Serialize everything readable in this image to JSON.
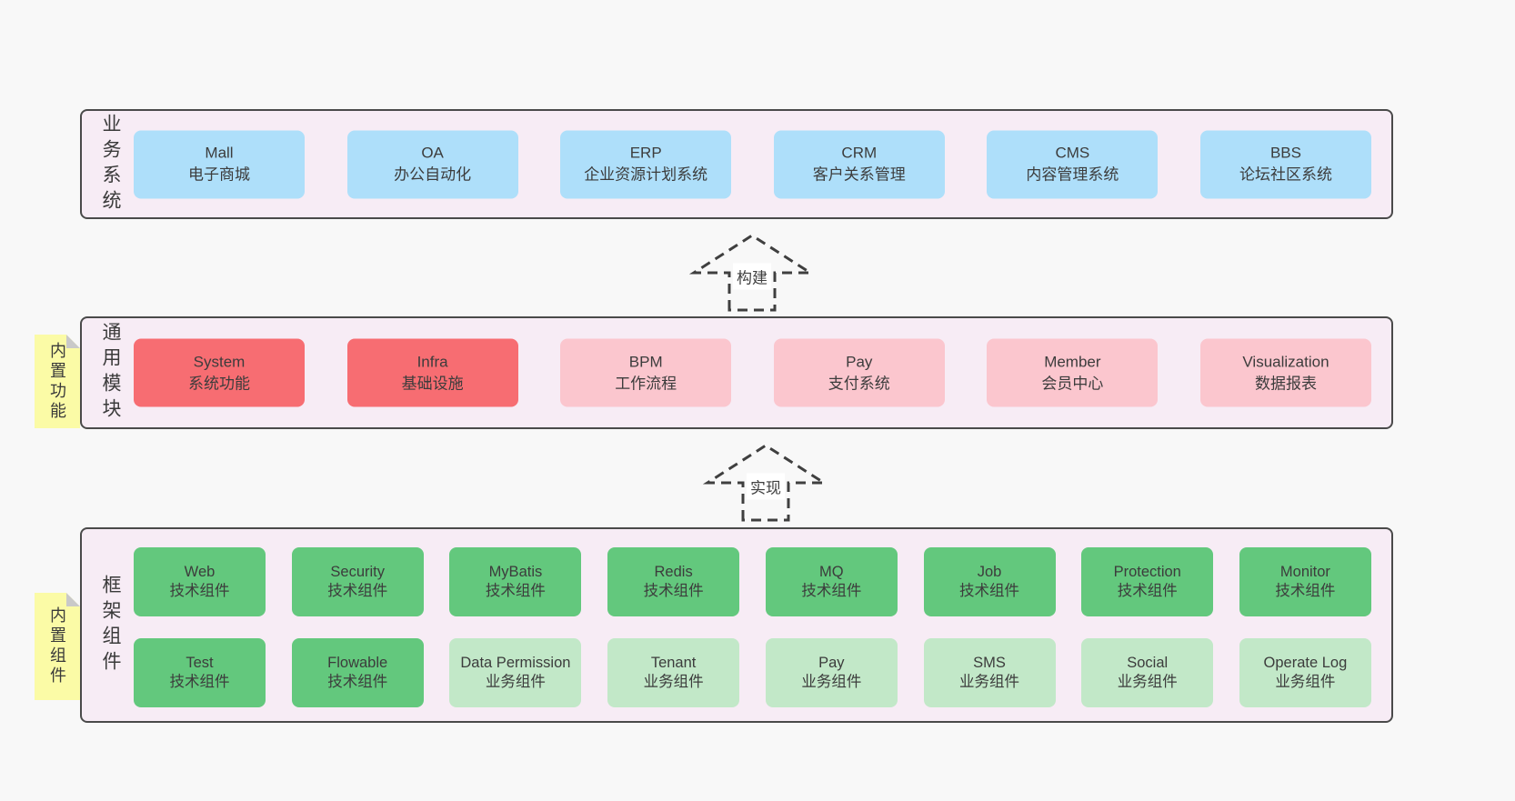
{
  "arrows": {
    "build": "构建",
    "implement": "实现"
  },
  "layers": {
    "business": {
      "label": "业务系统",
      "boxes": [
        {
          "name": "Mall",
          "desc": "电子商城"
        },
        {
          "name": "OA",
          "desc": "办公自动化"
        },
        {
          "name": "ERP",
          "desc": "企业资源计划系统"
        },
        {
          "name": "CRM",
          "desc": "客户关系管理"
        },
        {
          "name": "CMS",
          "desc": "内容管理系统"
        },
        {
          "name": "BBS",
          "desc": "论坛社区系统"
        }
      ]
    },
    "modules": {
      "label": "通用模块",
      "note": "内置功能",
      "boxes": [
        {
          "name": "System",
          "desc": "系统功能",
          "variant": "red"
        },
        {
          "name": "Infra",
          "desc": "基础设施",
          "variant": "red"
        },
        {
          "name": "BPM",
          "desc": "工作流程",
          "variant": "pink"
        },
        {
          "name": "Pay",
          "desc": "支付系统",
          "variant": "pink"
        },
        {
          "name": "Member",
          "desc": "会员中心",
          "variant": "pink"
        },
        {
          "name": "Visualization",
          "desc": "数据报表",
          "variant": "pink"
        }
      ]
    },
    "components": {
      "label": "框架组件",
      "note": "内置组件",
      "row1": [
        {
          "name": "Web",
          "desc": "技术组件"
        },
        {
          "name": "Security",
          "desc": "技术组件"
        },
        {
          "name": "MyBatis",
          "desc": "技术组件"
        },
        {
          "name": "Redis",
          "desc": "技术组件"
        },
        {
          "name": "MQ",
          "desc": "技术组件"
        },
        {
          "name": "Job",
          "desc": "技术组件"
        },
        {
          "name": "Protection",
          "desc": "技术组件"
        },
        {
          "name": "Monitor",
          "desc": "技术组件"
        }
      ],
      "row2": [
        {
          "name": "Test",
          "desc": "技术组件",
          "variant": "green"
        },
        {
          "name": "Flowable",
          "desc": "技术组件",
          "variant": "green"
        },
        {
          "name": "Data Permission",
          "desc": "业务组件",
          "variant": "green-light"
        },
        {
          "name": "Tenant",
          "desc": "业务组件",
          "variant": "green-light"
        },
        {
          "name": "Pay",
          "desc": "业务组件",
          "variant": "green-light"
        },
        {
          "name": "SMS",
          "desc": "业务组件",
          "variant": "green-light"
        },
        {
          "name": "Social",
          "desc": "业务组件",
          "variant": "green-light"
        },
        {
          "name": "Operate Log",
          "desc": "业务组件",
          "variant": "green-light"
        }
      ]
    }
  },
  "colors": {
    "page_background": "#f8f8f8",
    "layer_background": "#f7ecf5",
    "layer_border": "#4a4a4a",
    "box_blue": "#aedffa",
    "box_red": "#f76d72",
    "box_pink": "#fbc6ce",
    "box_green": "#63c87d",
    "box_green_light": "#c2e8c8",
    "sticky_note": "#fbfba6",
    "sticky_fold": "#c9c9c9",
    "text": "#3c3c3c"
  }
}
